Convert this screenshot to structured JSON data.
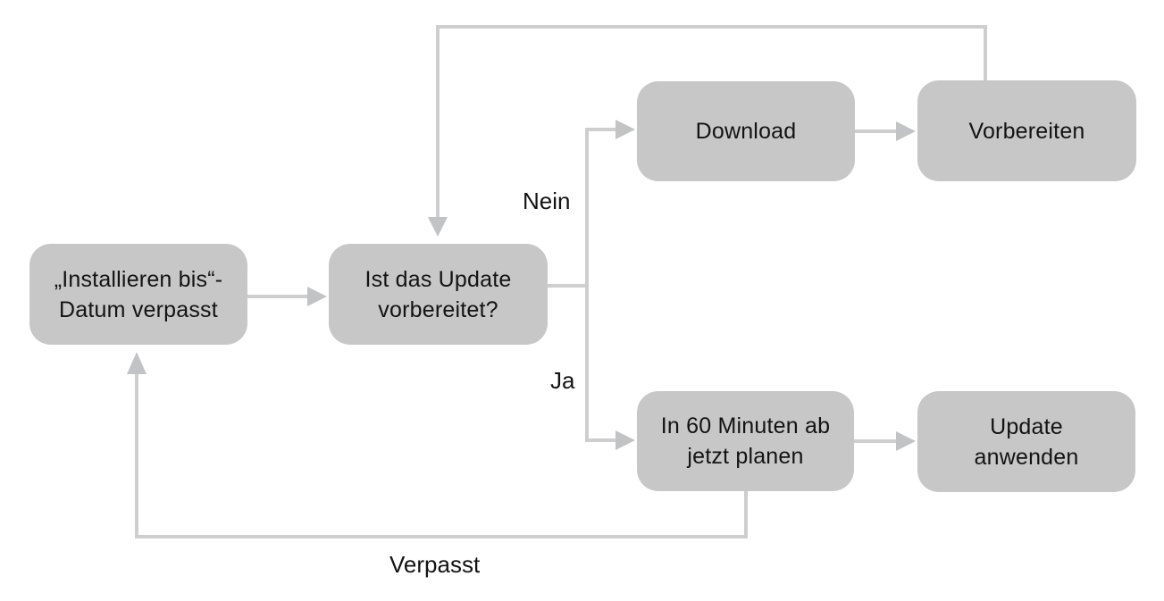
{
  "diagram": {
    "type": "flowchart",
    "language": "de",
    "colors": {
      "node_fill": "#c7c7c8",
      "connector": "#cecece",
      "arrowhead": "#c2c3c4",
      "text": "#131313",
      "background": "#ffffff"
    },
    "nodes": {
      "missed_date": {
        "label": "„Installieren bis“-\nDatum verpasst"
      },
      "is_prepared": {
        "label": "Ist das Update\nvorbereitet?"
      },
      "download": {
        "label": "Download"
      },
      "prepare": {
        "label": "Vorbereiten"
      },
      "schedule": {
        "label": "In 60 Minuten ab\njetzt planen"
      },
      "apply": {
        "label": "Update\nanwenden"
      }
    },
    "edge_labels": {
      "nein": "Nein",
      "ja": "Ja",
      "verpasst": "Verpasst"
    },
    "edges": [
      {
        "from": "missed_date",
        "to": "is_prepared",
        "label": ""
      },
      {
        "from": "is_prepared",
        "to": "download",
        "label": "Nein"
      },
      {
        "from": "is_prepared",
        "to": "schedule",
        "label": "Ja"
      },
      {
        "from": "download",
        "to": "prepare",
        "label": ""
      },
      {
        "from": "prepare",
        "to": "is_prepared",
        "label": ""
      },
      {
        "from": "schedule",
        "to": "apply",
        "label": ""
      },
      {
        "from": "schedule",
        "to": "missed_date",
        "label": "Verpasst"
      }
    ]
  }
}
